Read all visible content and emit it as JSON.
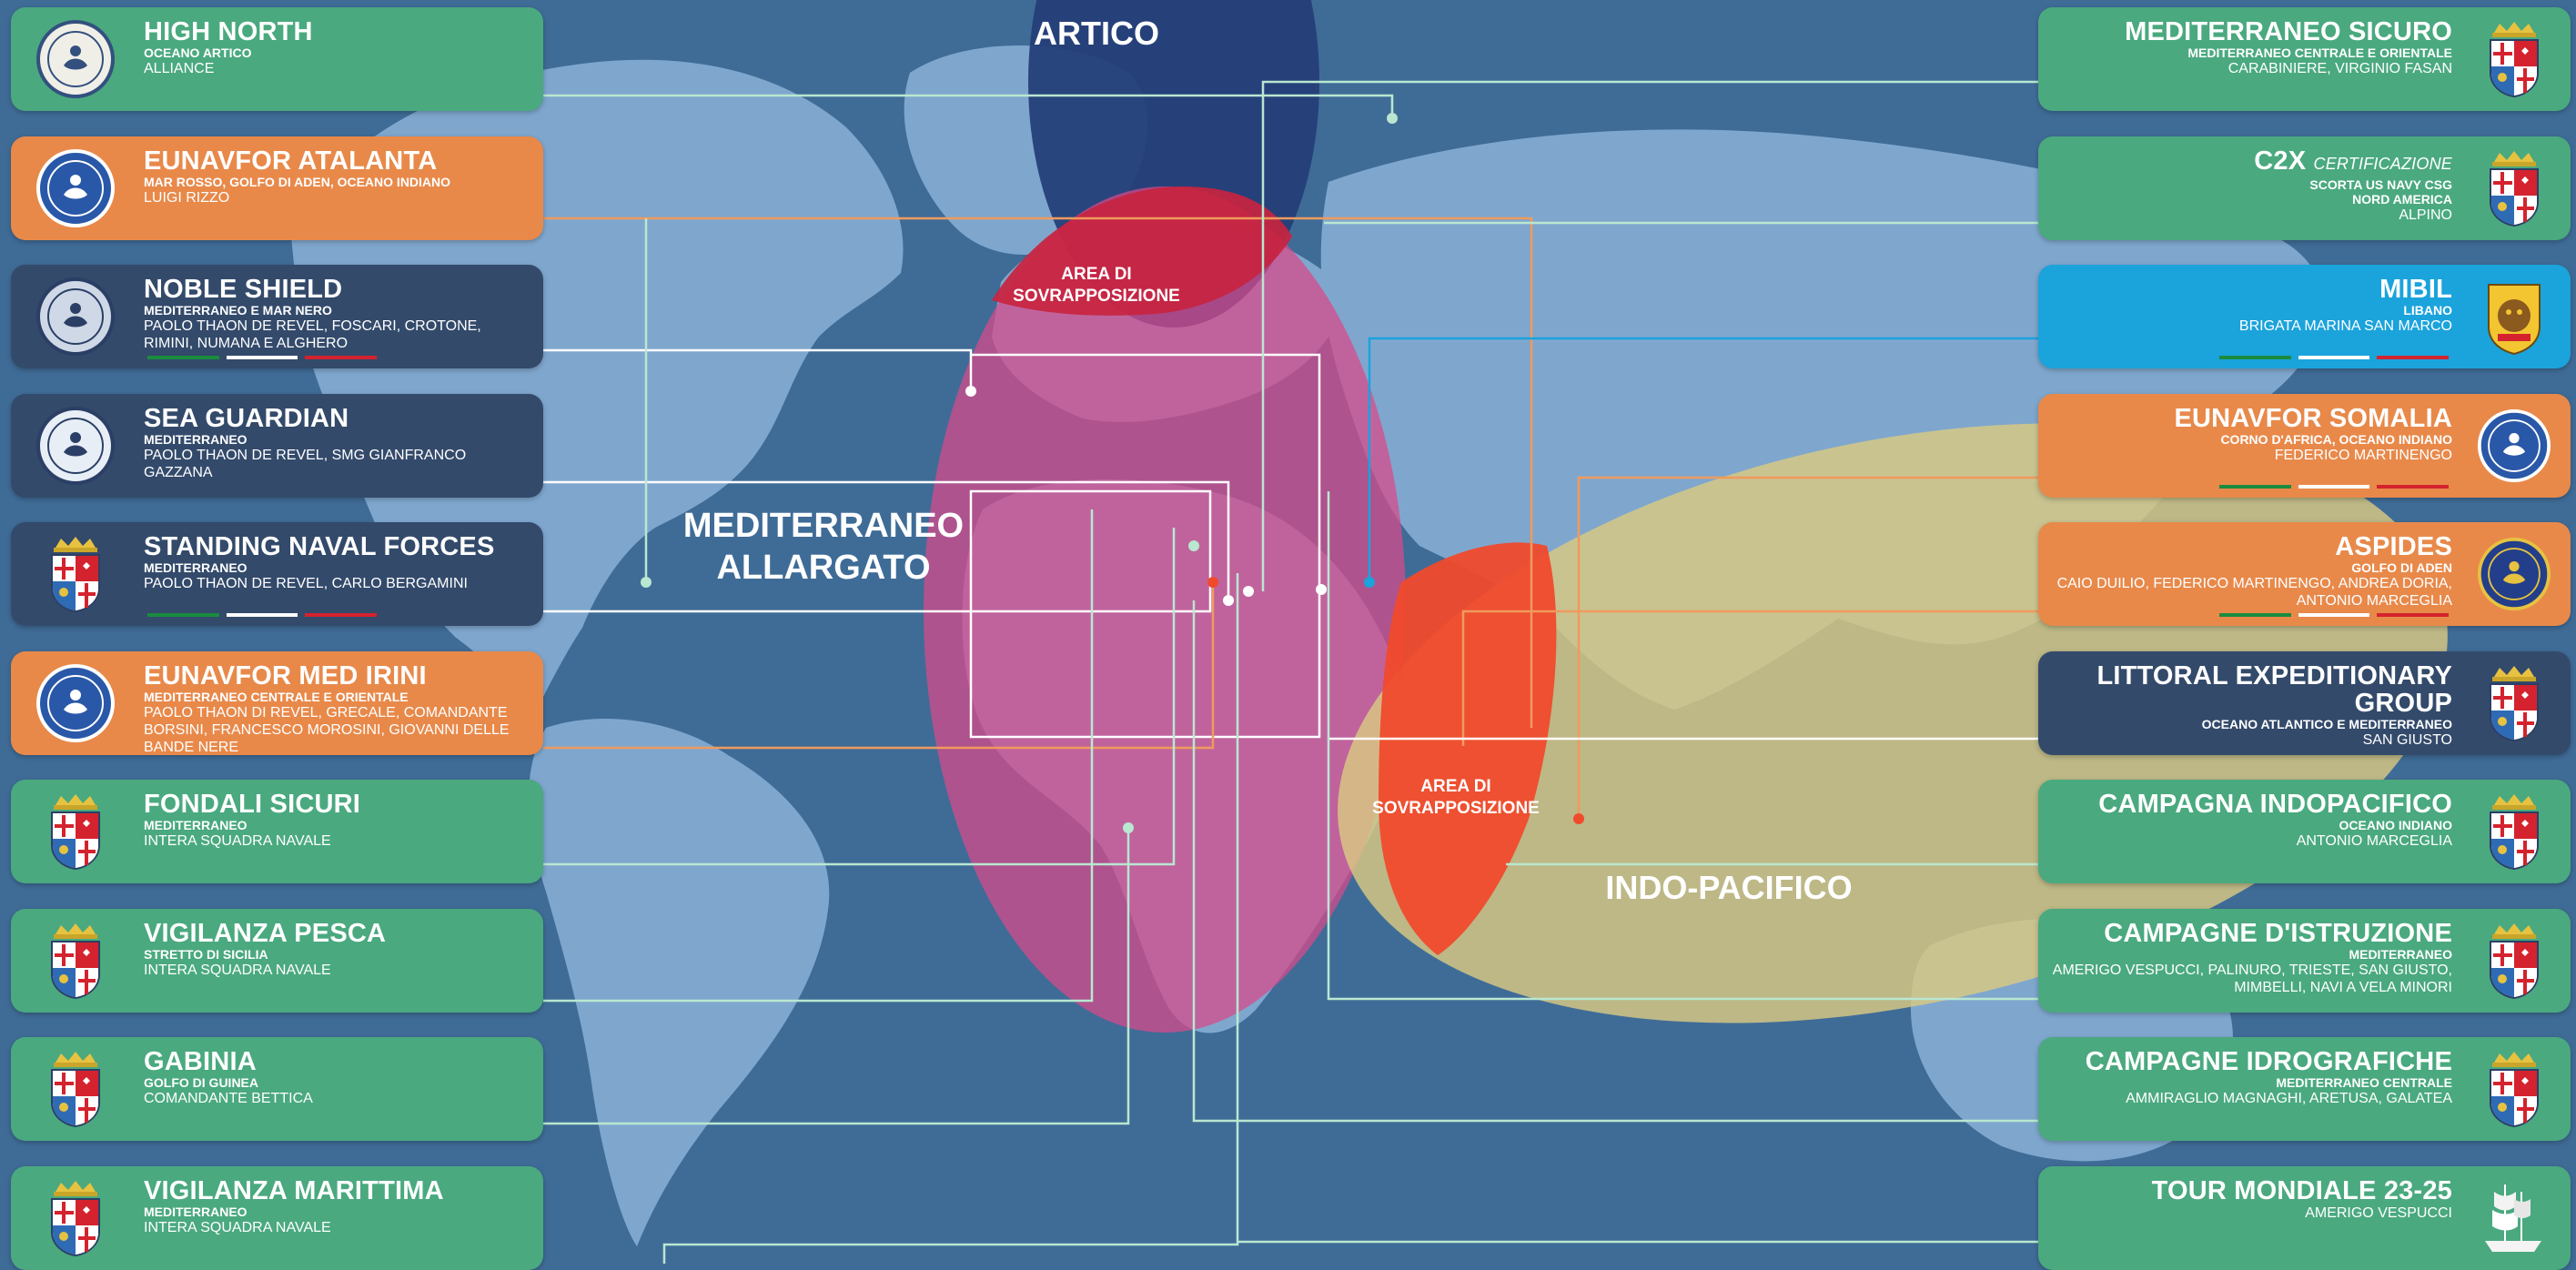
{
  "map_labels": {
    "artico": "ARTICO",
    "mediterraneo_line1": "MEDITERRANEO",
    "mediterraneo_line2": "ALLARGATO",
    "indopacifico": "INDO-PACIFICO",
    "overlap_north_line1": "AREA DI",
    "overlap_north_line2": "SOVRAPPOSIZIONE",
    "overlap_south_line1": "AREA DI",
    "overlap_south_line2": "SOVRAPPOSIZIONE"
  },
  "colors": {
    "ocean": "#3f6c97",
    "land": "#7fa7ce",
    "artico": "#253f78",
    "mediterraneo": "#d94a8a",
    "indopacifico": "#d9c982",
    "overlap_north": "#c8243f",
    "overlap_south": "#f04a2c",
    "card_green": "#4aa97f",
    "card_orange": "#e8894a",
    "card_navy": "#334a6b",
    "card_lightblue": "#1ba3dc"
  },
  "left_cards": [
    {
      "title": "HIGH NORTH",
      "region": "OCEANO ARTICO",
      "units": "ALLIANCE",
      "emblem": "high-north-crest-icon",
      "style": "green",
      "flag": false
    },
    {
      "title": "EUNAVFOR ATALANTA",
      "region": "MAR ROSSO, GOLFO DI ADEN, OCEANO INDIANO",
      "units": "LUIGI RIZZO",
      "emblem": "eunavfor-atalanta-crest-icon",
      "style": "orange",
      "flag": false
    },
    {
      "title": "NOBLE SHIELD",
      "region": "MEDITERRANEO E MAR NERO",
      "units": "PAOLO THAON DE REVEL, FOSCARI, CROTONE, RIMINI, NUMANA E ALGHERO",
      "emblem": "noble-shield-crest-icon",
      "style": "navy",
      "flag": true
    },
    {
      "title": "SEA GUARDIAN",
      "region": "MEDITERRANEO",
      "units": "PAOLO THAON DE REVEL, SMG GIANFRANCO GAZZANA",
      "emblem": "sea-guardian-crest-icon",
      "style": "navy",
      "flag": false
    },
    {
      "title": "STANDING NAVAL FORCES",
      "region": "MEDITERRANEO",
      "units": "PAOLO THAON DE REVEL, CARLO BERGAMINI",
      "emblem": "marina-militare-crest-icon",
      "style": "navy",
      "flag": true
    },
    {
      "title": "EUNAVFOR MED IRINI",
      "region": "MEDITERRANEO CENTRALE E ORIENTALE",
      "units": "PAOLO THAON DI REVEL, GRECALE, COMANDANTE BORSINI, FRANCESCO MOROSINI, GIOVANNI DELLE BANDE NERE",
      "emblem": "eunavfor-irini-crest-icon",
      "style": "orange",
      "flag": false
    },
    {
      "title": "FONDALI SICURI",
      "region": "MEDITERRANEO",
      "units": "INTERA SQUADRA NAVALE",
      "emblem": "marina-militare-crest-icon",
      "style": "green",
      "flag": false
    },
    {
      "title": "VIGILANZA PESCA",
      "region": "STRETTO DI SICILIA",
      "units": "INTERA SQUADRA NAVALE",
      "emblem": "marina-militare-crest-icon",
      "style": "green",
      "flag": false
    },
    {
      "title": "GABINIA",
      "region": "GOLFO DI GUINEA",
      "units": "COMANDANTE BETTICA",
      "emblem": "marina-militare-crest-icon",
      "style": "green",
      "flag": false
    },
    {
      "title": "VIGILANZA MARITTIMA",
      "region": "MEDITERRANEO",
      "units": "INTERA SQUADRA NAVALE",
      "emblem": "marina-militare-crest-icon",
      "style": "green",
      "flag": false
    }
  ],
  "right_cards": [
    {
      "title": "MEDITERRANEO SICURO",
      "subtitle": "",
      "region": "MEDITERRANEO CENTRALE E ORIENTALE",
      "units": "CARABINIERE, VIRGINIO FASAN",
      "emblem": "marina-militare-crest-icon",
      "style": "green",
      "flag": false
    },
    {
      "title": "C2X",
      "subtitle": "CERTIFICAZIONE",
      "region": "SCORTA US NAVY CSG",
      "region2": "NORD AMERICA",
      "units": "ALPINO",
      "emblem": "marina-militare-crest-icon",
      "style": "green",
      "flag": false
    },
    {
      "title": "MIBIL",
      "subtitle": "",
      "region": "LIBANO",
      "units": "BRIGATA MARINA SAN MARCO",
      "emblem": "mibil-crest-icon",
      "style": "lightblue",
      "flag": true
    },
    {
      "title": "EUNAVFOR SOMALIA",
      "subtitle": "",
      "region": "CORNO D'AFRICA, OCEANO INDIANO",
      "units": "FEDERICO MARTINENGO",
      "emblem": "eunavfor-somalia-crest-icon",
      "style": "orange",
      "flag": true
    },
    {
      "title": "ASPIDES",
      "subtitle": "",
      "region": "GOLFO DI ADEN",
      "units": "CAIO DUILIO, FEDERICO MARTINENGO, ANDREA DORIA, ANTONIO MARCEGLIA",
      "emblem": "aspides-crest-icon",
      "style": "orange",
      "flag": true
    },
    {
      "title": "LITTORAL EXPEDITIONARY GROUP",
      "subtitle": "",
      "region": "OCEANO ATLANTICO E MEDITERRANEO",
      "units": "SAN GIUSTO",
      "emblem": "marina-militare-crest-icon",
      "style": "navy",
      "flag": false
    },
    {
      "title": "CAMPAGNA INDOPACIFICO",
      "subtitle": "",
      "region": "OCEANO INDIANO",
      "units": "ANTONIO MARCEGLIA",
      "emblem": "marina-militare-crest-icon",
      "style": "green",
      "flag": false
    },
    {
      "title": "CAMPAGNE D'ISTRUZIONE",
      "subtitle": "",
      "region": "MEDITERRANEO",
      "units": "AMERIGO VESPUCCI, PALINURO, TRIESTE, SAN GIUSTO, MIMBELLI, NAVI A VELA MINORI",
      "emblem": "marina-militare-crest-icon",
      "style": "green",
      "flag": false
    },
    {
      "title": "CAMPAGNE IDROGRAFICHE",
      "subtitle": "",
      "region": "MEDITERRANEO CENTRALE",
      "units": "AMMIRAGLIO MAGNAGHI, ARETUSA, GALATEA",
      "emblem": "marina-militare-crest-icon",
      "style": "green",
      "flag": false
    },
    {
      "title": "TOUR MONDIALE 23-25",
      "subtitle": "",
      "region": "",
      "units": "AMERIGO VESPUCCI",
      "emblem": "sailing-ship-icon",
      "style": "green",
      "flag": false
    }
  ]
}
